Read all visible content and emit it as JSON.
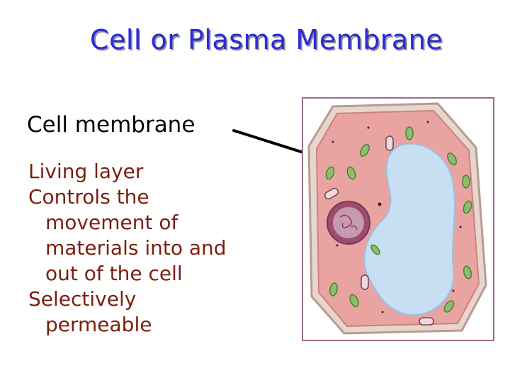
{
  "slide": {
    "title": "Cell or Plasma Membrane",
    "pointer_label": "Cell membrane",
    "notes": [
      {
        "text": "Living layer",
        "indent": false
      },
      {
        "text": "Controls the",
        "indent": false
      },
      {
        "text": "movement of",
        "indent": true
      },
      {
        "text": "materials into and",
        "indent": true
      },
      {
        "text": "out of the cell",
        "indent": true
      },
      {
        "text": "Selectively",
        "indent": false
      },
      {
        "text": "permeable",
        "indent": true
      }
    ]
  },
  "colors": {
    "title": "#2a2ad8",
    "notes": "#7a1f10",
    "cell_wall": "#c7b0a4",
    "cytoplasm": "#e9a3a0",
    "vacuole": "#c8def3",
    "nucleus": "#9c4d70",
    "chloroplast": "#7fb062",
    "frame": "#9b6a8c"
  }
}
